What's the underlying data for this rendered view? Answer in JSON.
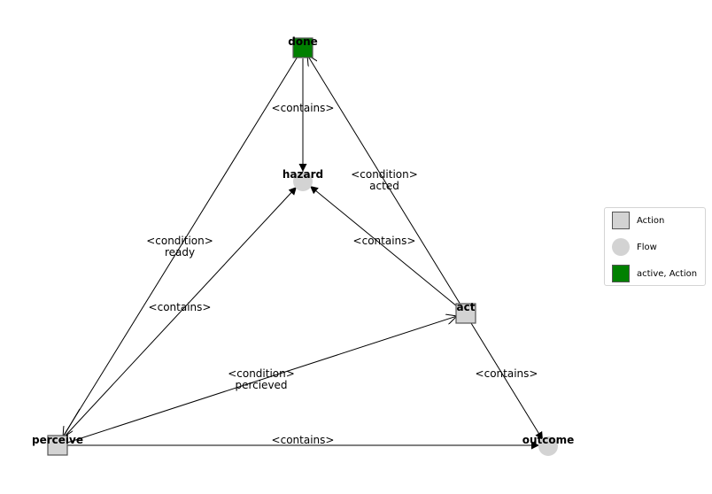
{
  "nodes": {
    "done": {
      "label": "done",
      "kind": "action-active"
    },
    "hazard": {
      "label": "hazard",
      "kind": "flow"
    },
    "act": {
      "label": "act",
      "kind": "action"
    },
    "perceive": {
      "label": "perceive",
      "kind": "action"
    },
    "outcome": {
      "label": "outcome",
      "kind": "flow"
    }
  },
  "edges": {
    "done_hazard": {
      "label_line1": "<contains>",
      "label_line2": ""
    },
    "act_done": {
      "label_line1": "<condition>",
      "label_line2": "acted"
    },
    "perceive_done": {
      "label_line1": "<condition>",
      "label_line2": "ready"
    },
    "act_hazard": {
      "label_line1": "<contains>",
      "label_line2": ""
    },
    "perceive_hazard": {
      "label_line1": "<contains>",
      "label_line2": ""
    },
    "perceive_act": {
      "label_line1": "<condition>",
      "label_line2": "percieved"
    },
    "act_outcome": {
      "label_line1": "<contains>",
      "label_line2": ""
    },
    "perceive_outcome": {
      "label_line1": "<contains>",
      "label_line2": ""
    }
  },
  "legend": {
    "items": [
      {
        "label": "Action",
        "icon": "gray-square"
      },
      {
        "label": "Flow",
        "icon": "gray-circle"
      },
      {
        "label": "active, Action",
        "icon": "green-square"
      }
    ]
  },
  "colors": {
    "action_fill": "#d3d3d3",
    "active_fill": "#008000",
    "flow_fill": "#d3d3d3",
    "edge": "#000000"
  }
}
